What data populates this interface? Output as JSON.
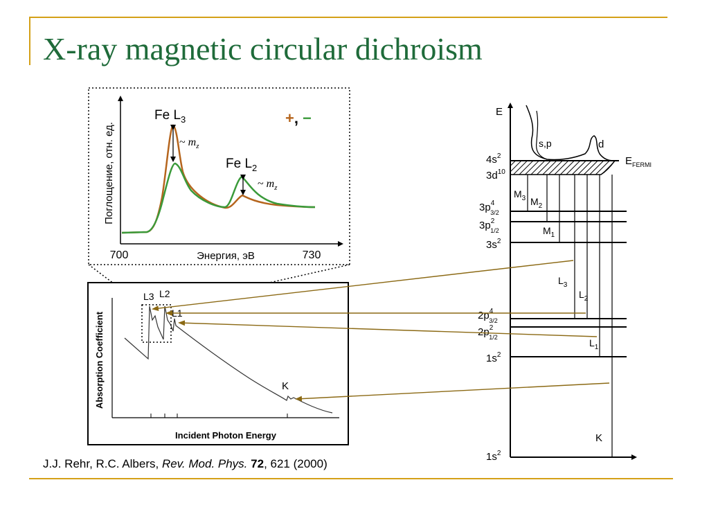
{
  "slide": {
    "title": "X-ray magnetic circular dichroism",
    "accent_color": "#d4a017",
    "title_color": "#1f6b3a"
  },
  "xmcd_inset": {
    "ylabel": "Поглощение, отн. ед.",
    "xlabel": "Энергия, эВ",
    "x_min_label": "700",
    "x_max_label": "730",
    "peak_l3": {
      "text": "Fe L",
      "sub": "3"
    },
    "peak_l2": {
      "text": "Fe L",
      "sub": "2"
    },
    "mz_label": {
      "prefix": "~ ",
      "var": "m",
      "sub": "z"
    },
    "legend": {
      "plus": "+",
      "comma": ",",
      "minus": "−"
    },
    "colors": {
      "plus": "#b5651d",
      "minus": "#3a9a3a"
    }
  },
  "absorption_plot": {
    "ylabel": "Absorption Coefficient",
    "xlabel": "Incident Photon Energy",
    "edges": [
      "L3",
      "L2",
      "L1",
      "K"
    ]
  },
  "level_diagram": {
    "axis_label": "E",
    "fermi_label": {
      "main": "E",
      "sub": "FERMI"
    },
    "band_labels": [
      "s,p",
      "d"
    ],
    "levels": [
      {
        "name": "4s",
        "sup": "2",
        "sub": ""
      },
      {
        "name": "3d",
        "sup": "10",
        "sub": ""
      },
      {
        "name": "3p",
        "sup": "4",
        "sub": "3/2"
      },
      {
        "name": "3p",
        "sup": "2",
        "sub": "1/2"
      },
      {
        "name": "3s",
        "sup": "2",
        "sub": ""
      },
      {
        "name": "2p",
        "sup": "4",
        "sub": "3/2"
      },
      {
        "name": "2p",
        "sup": "2",
        "sub": "1/2"
      },
      {
        "name": "1s",
        "sup": "2",
        "sub": ""
      },
      {
        "name": "1s",
        "sup": "2",
        "sub": ""
      }
    ],
    "transitions": [
      {
        "main": "M",
        "sub": "3"
      },
      {
        "main": "M",
        "sub": "2"
      },
      {
        "main": "M",
        "sub": "1"
      },
      {
        "main": "L",
        "sub": "3"
      },
      {
        "main": "L",
        "sub": "2"
      },
      {
        "main": "L",
        "sub": "1"
      },
      {
        "main": "K",
        "sub": ""
      }
    ]
  },
  "citation": {
    "authors": "J.J. Rehr, R.C. Albers, ",
    "journal": "Rev. Mod. Phys.",
    "volume": "72",
    "rest": ", 621 (2000)"
  }
}
